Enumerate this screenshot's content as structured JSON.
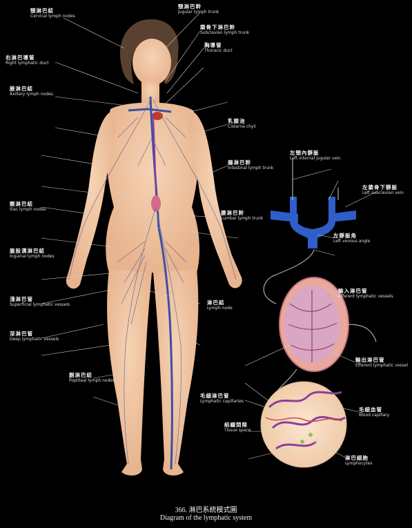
{
  "labels": [
    {
      "id": "l1",
      "zh": "頸淋巴結",
      "en": "Cervical lymph nodes"
    },
    {
      "id": "l2",
      "zh": "頸淋巴幹",
      "en": "Jugular lymph trunk"
    },
    {
      "id": "l3",
      "zh": "鎖骨下淋巴幹",
      "en": "Subclavian lymph trunk"
    },
    {
      "id": "l4",
      "zh": "右淋巴導管",
      "en": "Right lymphatic duct"
    },
    {
      "id": "l5",
      "zh": "胸導管",
      "en": "Thoracic duct"
    },
    {
      "id": "l6",
      "zh": "腋淋巴結",
      "en": "Axillary lymph nodes"
    },
    {
      "id": "l7",
      "zh": "乳糜池",
      "en": "Cisterna chyli"
    },
    {
      "id": "l8",
      "zh": "腸淋巴幹",
      "en": "Intestinal lymph trunk"
    },
    {
      "id": "l9",
      "zh": "腰淋巴幹",
      "en": "Lumbar lymph trunk"
    },
    {
      "id": "l10",
      "zh": "髂淋巴結",
      "en": "Iliac lymph nodes"
    },
    {
      "id": "l11",
      "zh": "腹股溝淋巴結",
      "en": "Inguinal lymph nodes"
    },
    {
      "id": "l12",
      "zh": "淺淋巴管",
      "en": "Superficial lymphatic vessels"
    },
    {
      "id": "l13",
      "zh": "深淋巴管",
      "en": "Deep lymphatic vessels"
    },
    {
      "id": "l14",
      "zh": "腘淋巴結",
      "en": "Popliteal lymph nodes"
    },
    {
      "id": "l15",
      "zh": "左頸內靜脈",
      "en": "Left internal jugular vein"
    },
    {
      "id": "l16",
      "zh": "左鎖骨下靜脈",
      "en": "Left subclavian vein"
    },
    {
      "id": "l17",
      "zh": "左靜脈角",
      "en": "Left venous angle"
    },
    {
      "id": "l18",
      "zh": "淋巴結",
      "en": "Lymph node"
    },
    {
      "id": "l19",
      "zh": "輸入淋巴管",
      "en": "Afferent lymphatic vessels"
    },
    {
      "id": "l20",
      "zh": "輸出淋巴管",
      "en": "Efferent lymphatic vessel"
    },
    {
      "id": "l21",
      "zh": "毛細淋巴管",
      "en": "Lymphatic capillaries"
    },
    {
      "id": "l22",
      "zh": "組織間隙",
      "en": "Tissue space"
    },
    {
      "id": "l23",
      "zh": "毛細血管",
      "en": "Blood capillary"
    },
    {
      "id": "l24",
      "zh": "淋巴細胞",
      "en": "Lymphocytes"
    }
  ],
  "caption": {
    "zh": "366. 淋巴系統模式圖",
    "en": "Diagram of the lymphatic system"
  }
}
